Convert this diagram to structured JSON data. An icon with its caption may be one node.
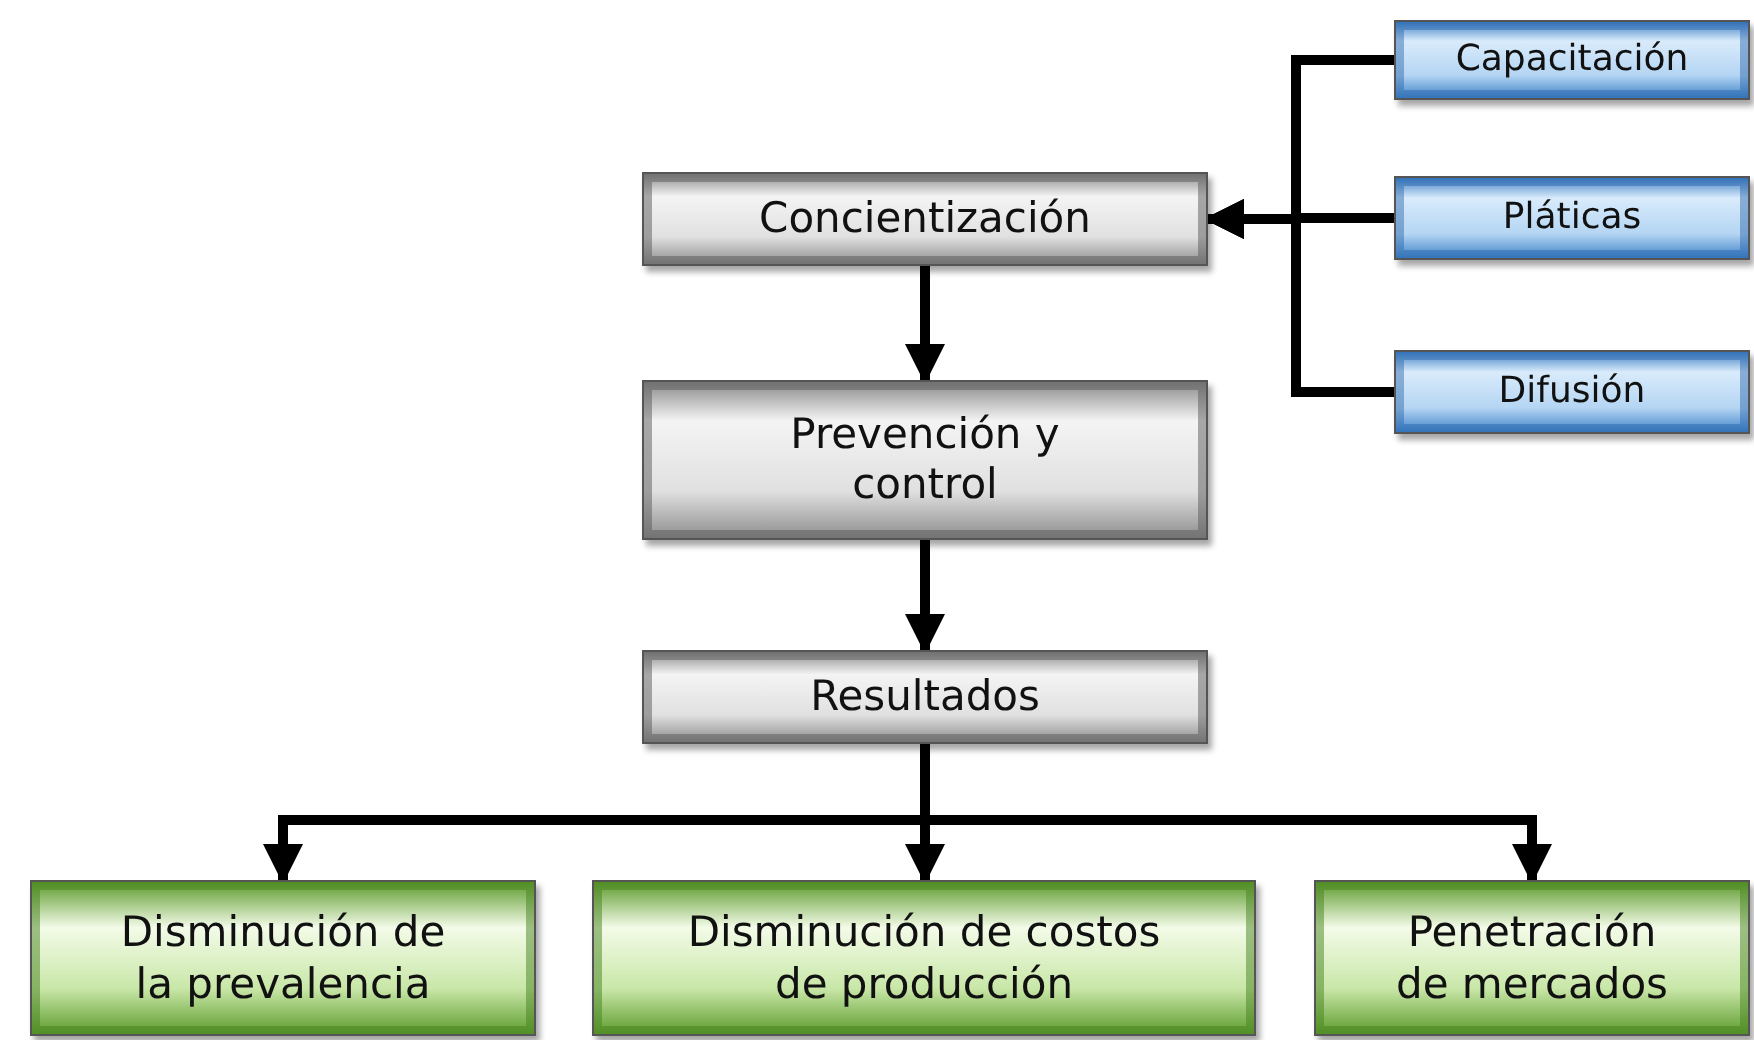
{
  "diagram": {
    "nodes": [
      {
        "text": [
          "Capacitación"
        ]
      },
      {
        "text": [
          "Concientización"
        ]
      },
      {
        "text": [
          "Pláticas"
        ]
      },
      {
        "text": [
          "Difusión"
        ]
      },
      {
        "text": [
          "Prevención y control"
        ]
      },
      {
        "text": [
          "Resultados"
        ]
      },
      {
        "text": [
          "Disminución de la prevalencia"
        ]
      },
      {
        "text": [
          "Disminución de costos de producción"
        ]
      },
      {
        "text": [
          "Penetración de mercados"
        ]
      }
    ],
    "edges": [
      {
        "from": 0,
        "to": 1,
        "arrow": "to"
      },
      {
        "from": 2,
        "to": 1,
        "arrow": "to"
      },
      {
        "from": 3,
        "to": 1,
        "arrow": "to"
      },
      {
        "from": 1,
        "to": 4,
        "arrow": "to"
      },
      {
        "from": 4,
        "to": 5,
        "arrow": "to"
      },
      {
        "from": 5,
        "to": 6,
        "arrow": "to"
      },
      {
        "from": 5,
        "to": 7,
        "arrow": "to"
      },
      {
        "from": 5,
        "to": 8,
        "arrow": "to"
      }
    ]
  }
}
